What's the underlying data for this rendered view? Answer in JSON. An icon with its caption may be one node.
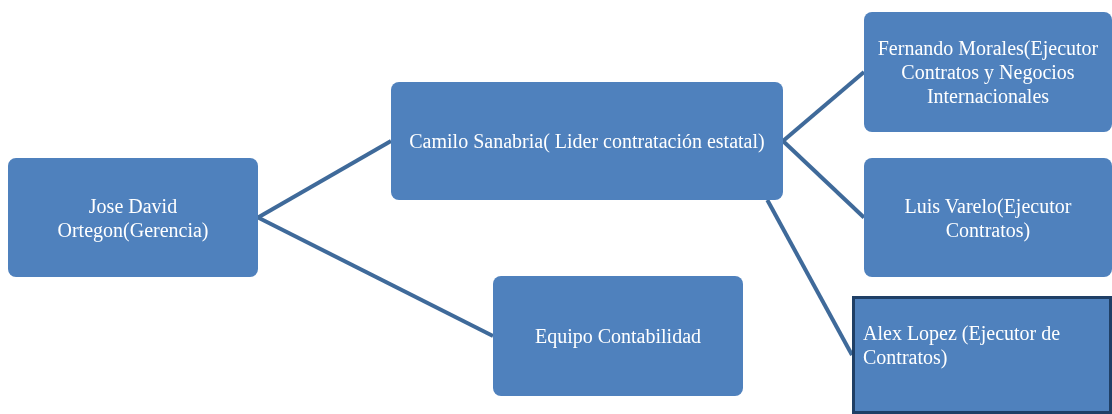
{
  "diagram": {
    "nodes": [
      {
        "text": [
          "Jose David Ortegon(Gerencia)"
        ]
      },
      {
        "text": [
          "Camilo Sanabria( Lider contratación estatal)"
        ]
      },
      {
        "text": [
          "Equipo Contabilidad"
        ]
      },
      {
        "text": [
          "Fernando Morales(Ejecutor Contratos y Negocios Internacionales"
        ]
      },
      {
        "text": [
          "Luis Varelo(Ejecutor Contratos)"
        ]
      },
      {
        "text": [
          "Alex Lopez (Ejecutor de Contratos)"
        ]
      }
    ],
    "edges": [
      {
        "from": 0,
        "to": 1,
        "arrow": "none"
      },
      {
        "from": 0,
        "to": 2,
        "arrow": "none"
      },
      {
        "from": 1,
        "to": 3,
        "arrow": "none"
      },
      {
        "from": 1,
        "to": 4,
        "arrow": "none"
      },
      {
        "from": 1,
        "to": 5,
        "arrow": "none"
      }
    ]
  }
}
